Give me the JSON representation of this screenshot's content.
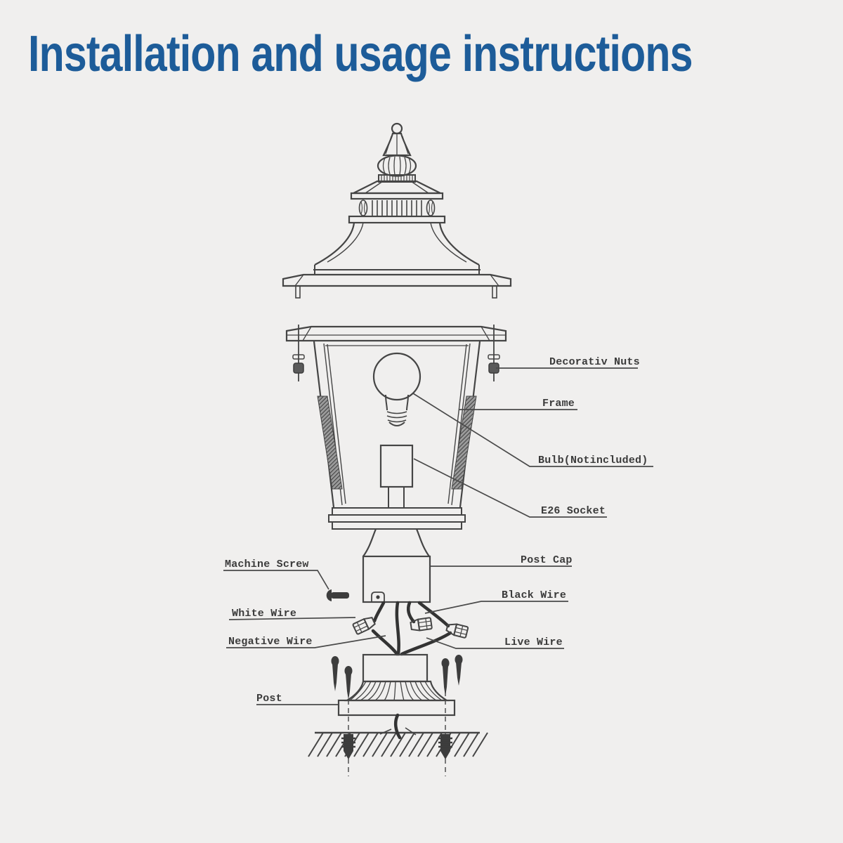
{
  "title": "Installation and usage instructions",
  "colors": {
    "background": "#f0efee",
    "title": "#1d5c99",
    "line": "#454545",
    "dark_parts": "#3d3d3d"
  },
  "labels": {
    "decorative_nuts": "Decorativ Nuts",
    "frame": "Frame",
    "bulb": "Bulb(Notincluded)",
    "socket": "E26 Socket",
    "machine_screw": "Machine Screw",
    "post_cap": "Post Cap",
    "white_wire": "White Wire",
    "black_wire": "Black Wire",
    "negative_wire": "Negative Wire",
    "live_wire": "Live Wire",
    "post": "Post"
  }
}
